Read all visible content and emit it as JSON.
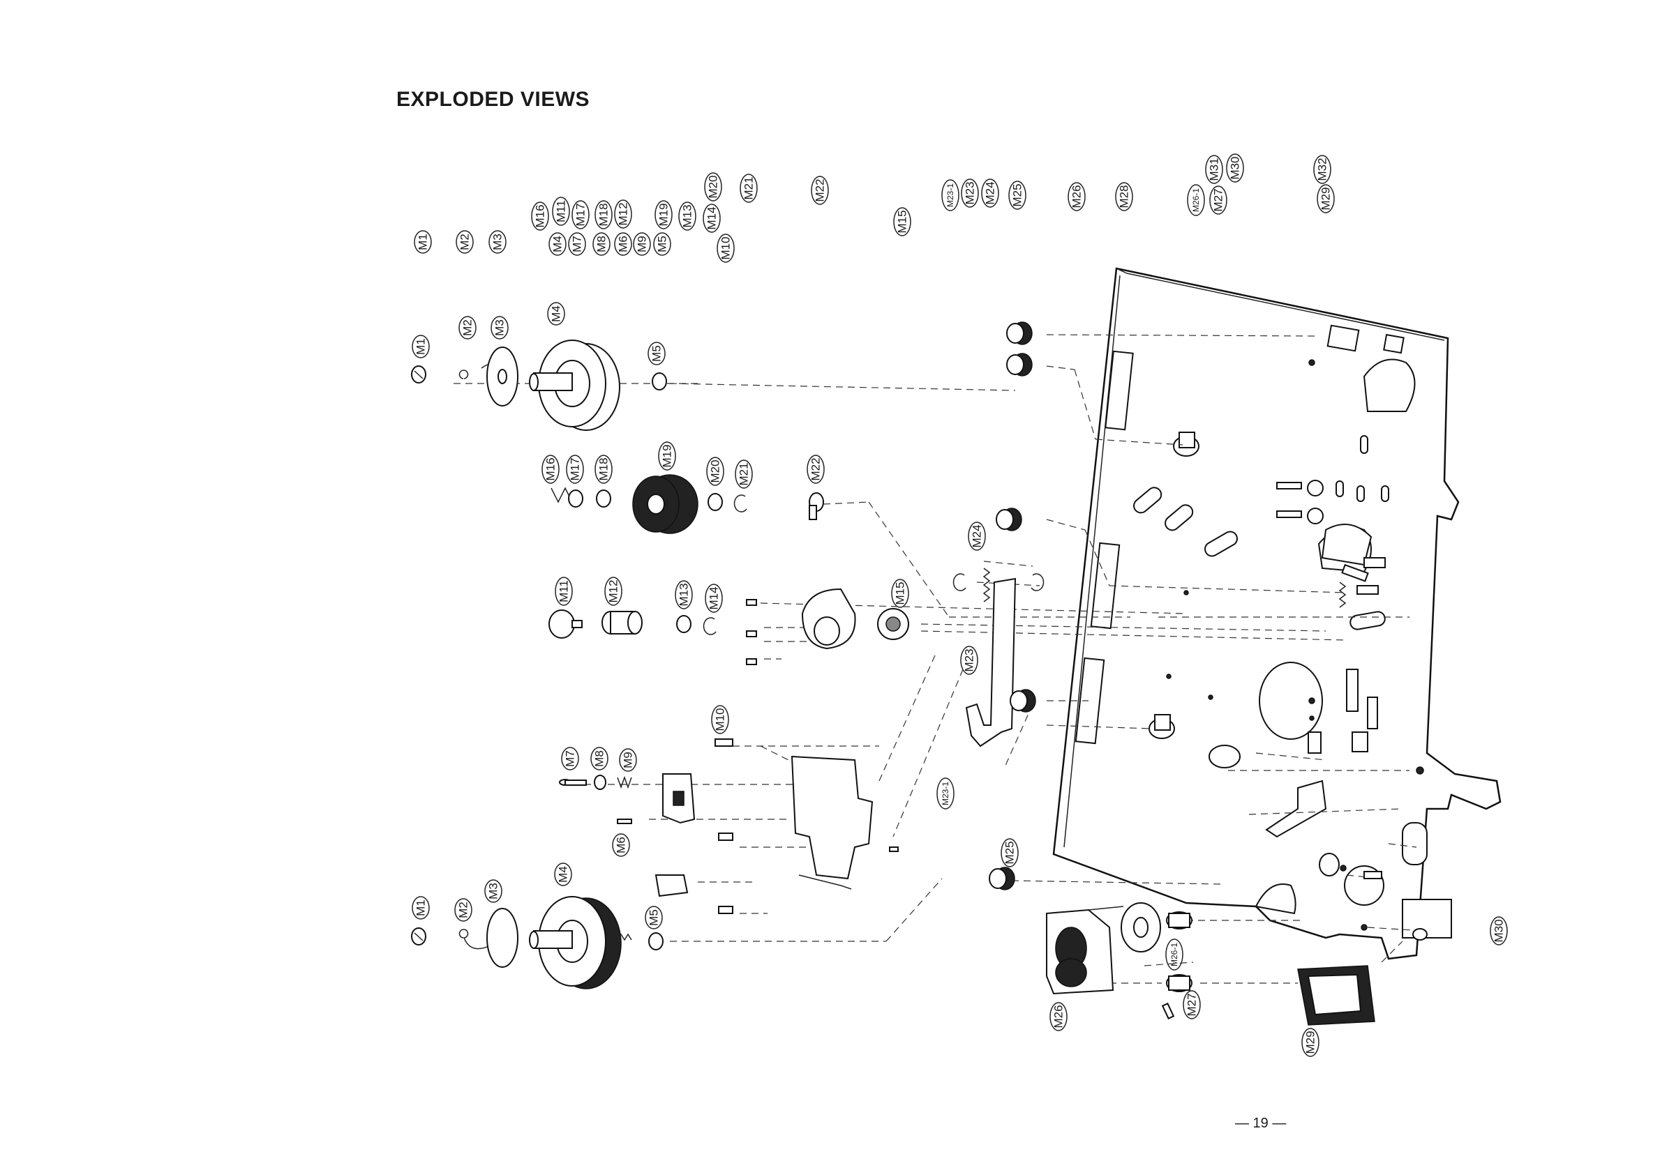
{
  "title": "EXPLODED VIEWS",
  "page_number": "— 19 —",
  "part_labels": {
    "m1": "M1",
    "m2": "M2",
    "m3": "M3",
    "m4": "M4",
    "m5": "M5",
    "m6": "M6",
    "m7": "M7",
    "m8": "M8",
    "m9": "M9",
    "m10": "M10",
    "m11": "M11",
    "m12": "M12",
    "m13": "M13",
    "m14": "M14",
    "m15": "M15",
    "m16": "M16",
    "m17": "M17",
    "m18": "M18",
    "m19": "M19",
    "m20": "M20",
    "m21": "M21",
    "m22": "M22",
    "m23": "M23",
    "m23_1": "M23-1",
    "m24": "M24",
    "m25": "M25",
    "m26": "M26",
    "m26_1": "M26-1",
    "m27": "M27",
    "m28": "M28",
    "m29": "M29",
    "m30": "M30",
    "m31": "M31",
    "m32": "M32"
  },
  "colors": {
    "ink": "#1a1a1a",
    "paper": "#ffffff"
  }
}
